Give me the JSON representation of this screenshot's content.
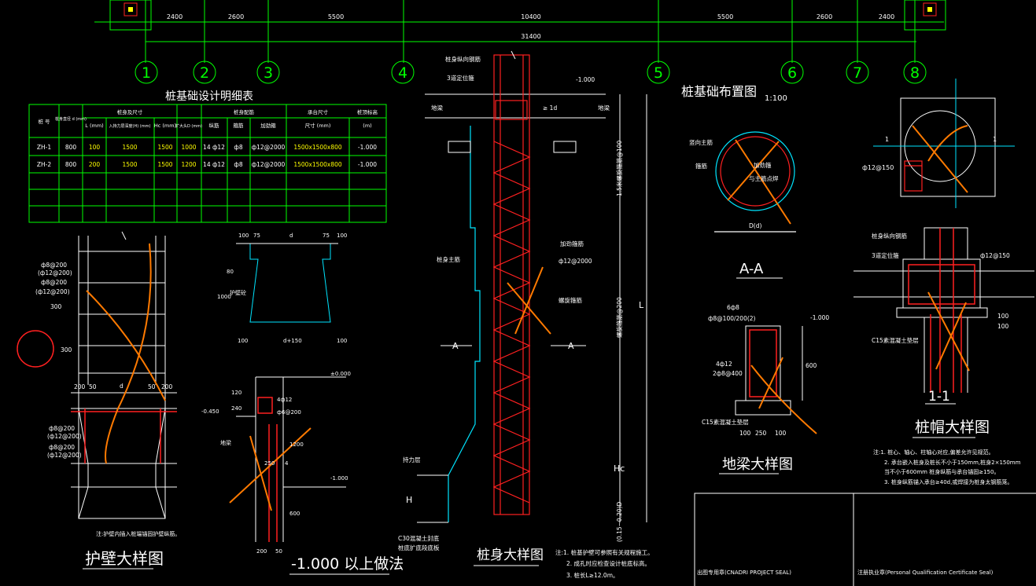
{
  "colors": {
    "background": "#000000",
    "axis_green": "#00ff00",
    "cyan": "#00e5ff",
    "red": "#ff2020",
    "white": "#ffffff",
    "yellow": "#ffff00",
    "orange": "#ff7a00"
  },
  "dimensions": {
    "spans": [
      "2400",
      "2600",
      "5500",
      "10400",
      "5500",
      "2600",
      "2400"
    ],
    "total": "31400"
  },
  "axes": [
    "1",
    "2",
    "3",
    "4",
    "5",
    "6",
    "7",
    "8"
  ],
  "table": {
    "title": "桩基础设计明细表",
    "headers": [
      "桩 号",
      "桩身直径 d (mm)",
      "桩身及尺寸",
      "Hc (mm)",
      "扩大头D (mm)",
      "桩身配筋",
      "承台尺寸",
      "桩顶标高"
    ],
    "sub_headers": [
      "L (mm)",
      "入持力层深度(H) (mm)",
      "纵筋",
      "箍筋",
      "加劲箍",
      "尺寸 (mm)",
      "(m)"
    ],
    "rows": [
      [
        "ZH-1",
        "800",
        "100",
        "1500",
        "1500",
        "1000",
        "14 ф12",
        "ф8",
        "ф12@2000",
        "1500x1500x800",
        "-1.000"
      ],
      [
        "ZH-2",
        "800",
        "200",
        "1500",
        "1500",
        "1200",
        "14 ф12",
        "ф8",
        "ф12@2000",
        "1500x1500x800",
        "-1.000"
      ]
    ]
  },
  "titles": {
    "protect_wall": "护壁大样图",
    "above": "-1.000 以上做法",
    "pile_body": "桩身大样图",
    "layout": "桩基础布置图",
    "layout_scale": "1:100",
    "section_aa": "A-A",
    "ground_beam": "地梁大样图",
    "pile_cap": "桩帽大样图",
    "section_11": "1-1"
  },
  "labels": {
    "pw_1": "ф8@200",
    "pw_2": "(ф12@200)",
    "pw_3": "ф8@200",
    "pw_4": "(ф12@200)",
    "pw_5": "300",
    "pw_6": "300",
    "pw_d": "d",
    "pw_200a": "200",
    "pw_50a": "50",
    "pw_50b": "50",
    "pw_200b": "200",
    "pw_7": "ф8@200",
    "pw_8": "(ф12@200)",
    "pw_9": "ф8@200",
    "pw_10": "(ф12@200)",
    "pw_note": "注:护壁内插入桩端锚固护壁纵筋。",
    "aa_1": "竖向主筋",
    "aa_2": "箍筋",
    "aa_3": "加劲箍",
    "aa_4": "与主筋点焊",
    "aa_dia": "D(d)",
    "gb_1": "6ф8",
    "gb_2": "ф8@100/200(2)",
    "gb_3": "-1.000",
    "gb_4": "4ф12",
    "gb_5": "2ф8@400",
    "gb_6": "600",
    "gb_7": "C15素混凝土垫层",
    "gb_8": "100",
    "gb_9": "250",
    "gb_10": "100",
    "pc_1": "ф12@150",
    "pc_2": "桩身纵向钢筋",
    "pc_3": "3道定位箍",
    "pc_4": "ф12@150",
    "pc_5": "C15素混凝土垫层",
    "pc_6": "100",
    "pc_7": "100",
    "pc_8": "1",
    "pc_9": "1",
    "notes": [
      "注:1. 桩心、轴心、柱轴心对应,偏差允许见规范。",
      "2. 承台嵌入桩身及桩长不小于150mm,桩身2×150mm",
      "当不小于600mm 桩身纵筋与承台锚固≥150。",
      "3. 桩身纵筋锚入承台≥40d,或焊接为桩身太钢筋笼。"
    ],
    "pb_1": "桩身纵向钢筋",
    "pb_2": "3道定位箍",
    "pb_3": "-1.000",
    "pb_4": "桩身主筋",
    "pb_5": "加劲箍筋",
    "pb_6": "ф12@2000",
    "pb_7": "螺旋箍筋",
    "pb_8": "A",
    "pb_9": "A",
    "pb_10": "持力层",
    "pb_11": "H",
    "pb_12": "C30混凝土封底",
    "pb_13": "桩底扩底段底板",
    "pb_14": "L",
    "pb_15": "Hc",
    "pb_16": "(0.15~0.20)D",
    "pb_17": "1.5米螺旋箍筋@100",
    "pb_18": "螺旋箍筋@200",
    "pb_19": "≥ 1d",
    "pb_20": "地梁",
    "pb_21": "地梁",
    "pb_notes": [
      "注:1. 桩基护壁可参照有关规程施工。",
      "2. 成孔时应检查设计桩底标高。",
      "3. 桩长L≥12.0m。"
    ],
    "ab_1": "±0.000",
    "ab_2": "-0.450",
    "ab_3": "-1.000",
    "ab_4": "4ф12",
    "ab_5": "ф6@200",
    "ab_6": "地梁",
    "ab_7": "240",
    "ab_8": "120",
    "ab_9": "1200",
    "ab_10": "600",
    "ab_11": "200",
    "ab_12": "50",
    "ab_13": "250",
    "ab_14": "4",
    "tw_100a": "100",
    "tw_75": "75",
    "tw_d": "d",
    "tw_75b": "75",
    "tw_100b": "100",
    "tw_1000": "1000",
    "tw_80": "80",
    "tw_100c": "100",
    "tw_d150": "d+150",
    "tw_100d": "100",
    "tw_lab": "护壁砼"
  },
  "title_block": {
    "seal_1": "出图专用章(CNADRI PROJECT SEAL)",
    "seal_2": "注册执业章(Personal Qualification Certificate Seal)"
  }
}
